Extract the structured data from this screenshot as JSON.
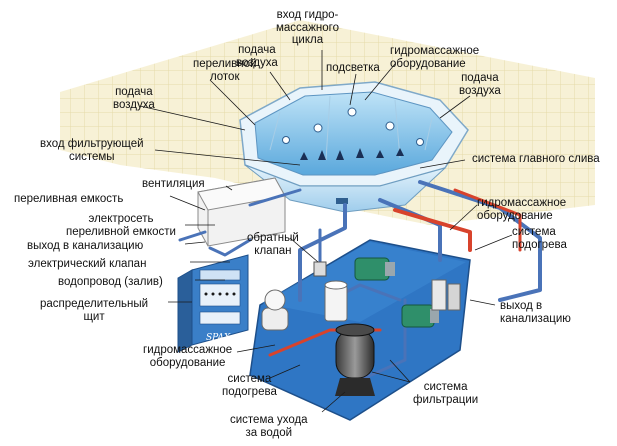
{
  "labels": {
    "vkhod_gidromassazhnogo_cikla": "вход гидро-\nмассажного\nцикла",
    "podacha_vozdukha_top": "подача\nвоздуха",
    "gidromassazhnoe_oborudovanie_top": "гидромассажное\nоборудование",
    "perelivnoy_lotok": "переливной\nлоток",
    "podsvetka": "подсветка",
    "podacha_vozdukha_right": "подача\nвоздуха",
    "podacha_vozdukha_left": "подача\nвоздуха",
    "vkhod_filtruyushchey_sistemy": "вход фильтрующей\nсистемы",
    "sistema_glavnogo_sliva": "система главного слива",
    "ventilyaciya": "вентиляция",
    "perelivnaya_emkost": "переливная емкость",
    "gidromassazhnoe_oborudovanie_right": "гидромассажное\nоборудование",
    "elektroset_perelivnoy_emkosti": "электросеть\nпереливной емкости",
    "sistema_podogreva_right": "система\nподогрева",
    "vykhod_v_kanalizaciyu_left": "выход в канализацию",
    "obratnyy_klapan": "обратный\nклапан",
    "elektricheskiy_klapan": "электрический клапан",
    "vodoprovod_zaliv": "водопровод (залив)",
    "vykhod_v_kanalizaciyu_right": "выход в\nканализацию",
    "raspredelitelnyy_shchit": "распределительный\nщит",
    "gidromassazhnoe_oborudovanie_bottom": "гидромассажное\nоборудование",
    "sistema_podogreva_bottom": "система\nподогрева",
    "sistema_filtracii": "система\nфильтрации",
    "sistema_ukhoda_za_vodoy": "система ухода\nза водой"
  },
  "panel_brand": "SPAX",
  "colors": {
    "tile_fill": "#f6efcf",
    "tile_grid": "#e0d49a",
    "pool_water": "#8cc8ec",
    "pool_wall": "#d6ecf8",
    "pool_rim": "#e9f4fb",
    "pipe_blue": "#4a73b8",
    "pipe_red": "#d8432c",
    "base_blue": "#2f76c4",
    "panel_blue": "#3a7fc8",
    "motor_green": "#2f8f6a",
    "leader": "#1a1a1a"
  }
}
